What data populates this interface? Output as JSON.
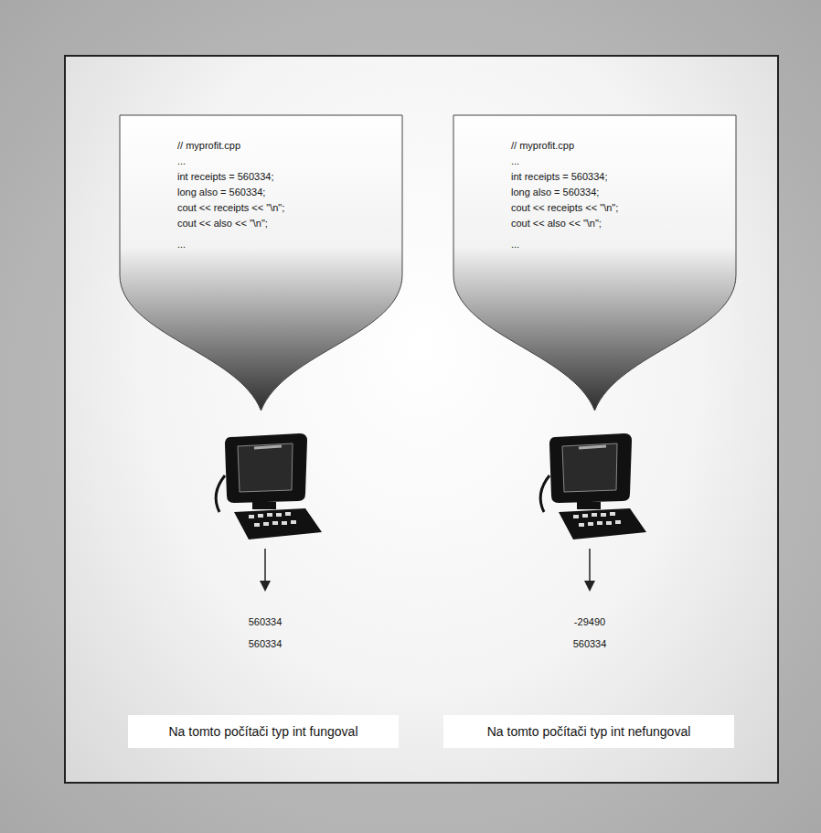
{
  "diagram": {
    "nodes": [
      {
        "text": [
          "// myprofit.cpp",
          "...",
          "int receipts = 560334;",
          "long also = 560334;",
          "cout << receipts << \"\\n\";",
          "cout << also << \"\\n\";",
          "..."
        ]
      },
      {
        "text": [
          "// myprofit.cpp",
          "...",
          "int receipts = 560334;",
          "long also = 560334;",
          "cout << receipts << \"\\n\";",
          "cout << also << \"\\n\";",
          "..."
        ]
      },
      {
        "text": [
          "Na tomto počítači typ int fungoval"
        ]
      },
      {
        "text": [
          "Na tomto počítači typ int nefungoval"
        ]
      }
    ],
    "labels": [
      "560334",
      "560334",
      "-29490",
      "560334"
    ]
  }
}
